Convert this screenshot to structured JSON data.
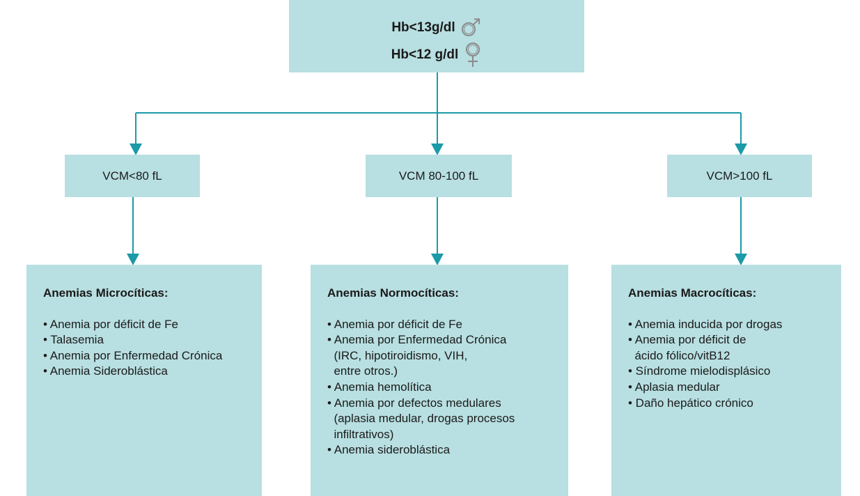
{
  "diagram": {
    "top": {
      "male_line": "Hb<13g/dl",
      "female_line": "Hb<12 g/dl",
      "male_symbol": "male-symbol-icon",
      "female_symbol": "female-symbol-icon"
    },
    "vcm": {
      "low": "VCM<80 fL",
      "normal": "VCM 80-100 fL",
      "high": "VCM>100 fL"
    },
    "micro": {
      "title": "Anemias Microcíticas:",
      "items": [
        "• Anemia por déficit de Fe",
        "• Talasemia",
        "• Anemia por Enfermedad Crónica",
        "• Anemia Sideroblástica"
      ]
    },
    "normo": {
      "title": "Anemias Normocíticas:",
      "items": [
        "• Anemia por déficit de Fe",
        "• Anemia por Enfermedad Crónica",
        "  (IRC, hipotiroidismo, VIH,",
        "  entre otros.)",
        "• Anemia hemolítica",
        "• Anemia por defectos medulares",
        "  (aplasia medular, drogas procesos",
        "  infiltrativos)",
        "• Anemia sideroblástica"
      ]
    },
    "macro": {
      "title": "Anemias Macrocíticas:",
      "items": [
        "• Anemia inducida por drogas",
        "• Anemia por déficit de",
        "  ácido fólico/vitB12",
        "• Síndrome mielodisplásico",
        "• Aplasia medular",
        "• Daño hepático crónico"
      ]
    },
    "colors": {
      "box_fill": "#b8dfe1",
      "connector": "#1b9aa7"
    }
  }
}
